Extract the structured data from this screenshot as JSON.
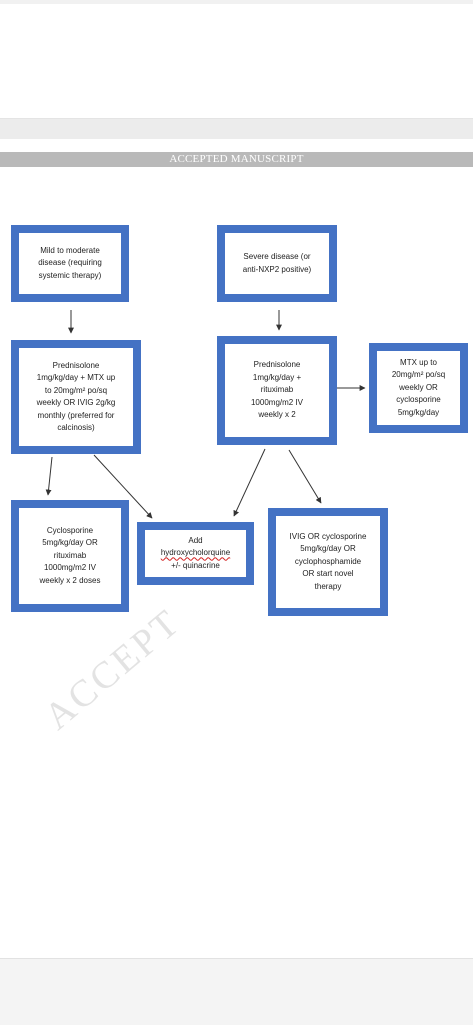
{
  "header": {
    "label": "ACCEPTED MANUSCRIPT"
  },
  "watermark": {
    "text": "ACCEPT"
  },
  "boxes": {
    "mild": {
      "lines": [
        "Mild to moderate",
        "disease (requiring",
        "systemic therapy)"
      ]
    },
    "severe": {
      "lines": [
        "Severe disease (or",
        "anti-NXP2 positive)"
      ]
    },
    "pred_mild": {
      "lines": [
        "Prednisolone",
        "1mg/kg/day + MTX up",
        "to 20mg/m² po/sq",
        "weekly OR IVIG 2g/kg",
        "monthly (preferred for",
        "calcinosis)"
      ]
    },
    "pred_severe": {
      "lines": [
        "Prednisolone",
        "1mg/kg/day +",
        "rituximab",
        "1000mg/m2 IV",
        "weekly x 2"
      ]
    },
    "mtx": {
      "lines": [
        "MTX up to",
        "20mg/m² po/sq",
        "weekly OR",
        "cyclosporine",
        "5mg/kg/day"
      ]
    },
    "cyclo": {
      "lines": [
        "Cyclosporine",
        "5mg/kg/day OR",
        "rituximab",
        "1000mg/m2 IV",
        "weekly x 2 doses"
      ]
    },
    "hcq": {
      "lines": [
        "Add",
        "hydroxycholorquine",
        "+/- quinacrine"
      ]
    },
    "ivig": {
      "lines": [
        "IVIG OR cyclosporine",
        "5mg/kg/day OR",
        "cyclophosphamide",
        "OR start novel",
        "therapy"
      ]
    }
  },
  "colors": {
    "box_border": "#4472c4",
    "arrow": "#333333",
    "header_bar": "#b9b9b9"
  }
}
